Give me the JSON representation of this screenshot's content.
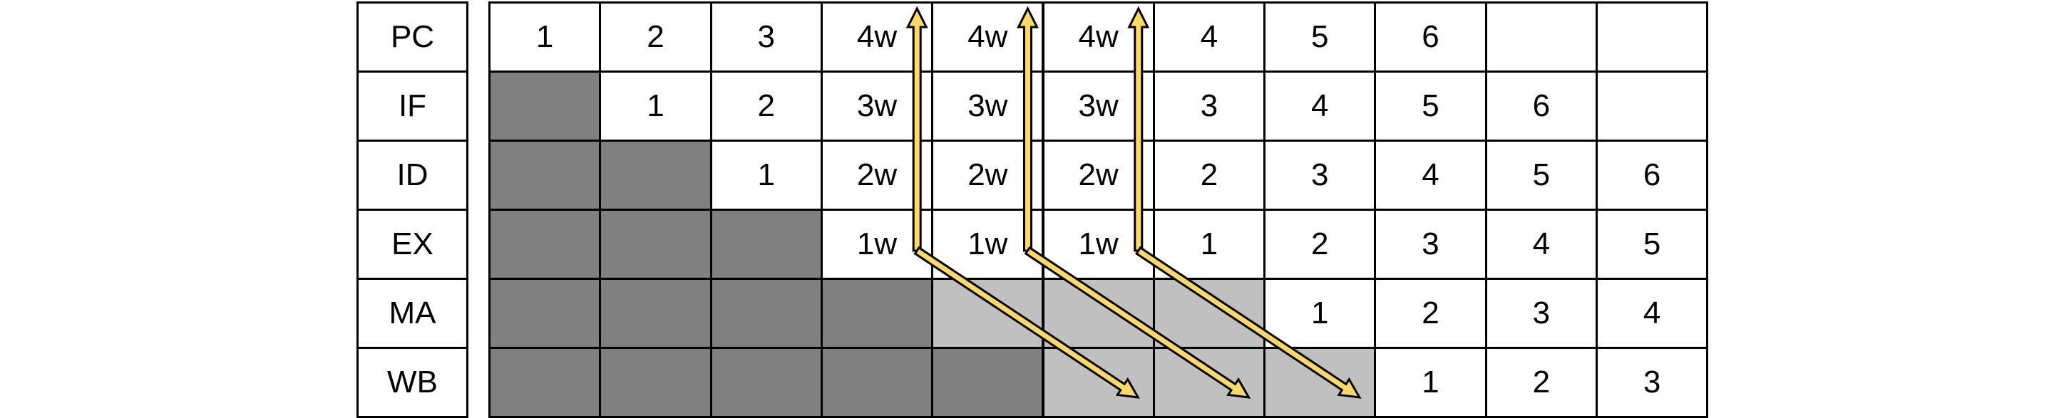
{
  "colors": {
    "dark": "#808080",
    "light": "#c0c0c0",
    "white": "#ffffff",
    "arrow_fill": "#ffd966",
    "arrow_outline": "#000000"
  },
  "rows": [
    {
      "label": "PC",
      "cells": [
        "1",
        "2",
        "3",
        "4w",
        "4w",
        "4w",
        "4",
        "5",
        "6",
        "",
        ""
      ],
      "shade": [
        "white",
        "white",
        "white",
        "white",
        "white",
        "white",
        "white",
        "white",
        "white",
        "white",
        "white"
      ]
    },
    {
      "label": "IF",
      "cells": [
        "",
        "1",
        "2",
        "3w",
        "3w",
        "3w",
        "3",
        "4",
        "5",
        "6",
        ""
      ],
      "shade": [
        "dark",
        "white",
        "white",
        "white",
        "white",
        "white",
        "white",
        "white",
        "white",
        "white",
        "white"
      ]
    },
    {
      "label": "ID",
      "cells": [
        "",
        "",
        "1",
        "2w",
        "2w",
        "2w",
        "2",
        "3",
        "4",
        "5",
        "6"
      ],
      "shade": [
        "dark",
        "dark",
        "white",
        "white",
        "white",
        "white",
        "white",
        "white",
        "white",
        "white",
        "white"
      ]
    },
    {
      "label": "EX",
      "cells": [
        "",
        "",
        "",
        "1w",
        "1w",
        "1w",
        "1",
        "2",
        "3",
        "4",
        "5"
      ],
      "shade": [
        "dark",
        "dark",
        "dark",
        "white",
        "white",
        "white",
        "white",
        "white",
        "white",
        "white",
        "white"
      ]
    },
    {
      "label": "MA",
      "cells": [
        "",
        "",
        "",
        "",
        "",
        "",
        "",
        "1",
        "2",
        "3",
        "4"
      ],
      "shade": [
        "dark",
        "dark",
        "dark",
        "dark",
        "light",
        "light",
        "light",
        "white",
        "white",
        "white",
        "white"
      ]
    },
    {
      "label": "WB",
      "cells": [
        "",
        "",
        "",
        "",
        "",
        "",
        "",
        "",
        "1",
        "2",
        "3"
      ],
      "shade": [
        "dark",
        "dark",
        "dark",
        "dark",
        "dark",
        "light",
        "light",
        "light",
        "white",
        "white",
        "white"
      ]
    }
  ],
  "arrows": [
    {
      "name": "forward-arrow-cycle-4",
      "from_column": 4
    },
    {
      "name": "forward-arrow-cycle-5",
      "from_column": 5
    },
    {
      "name": "forward-arrow-cycle-6",
      "from_column": 6
    }
  ]
}
